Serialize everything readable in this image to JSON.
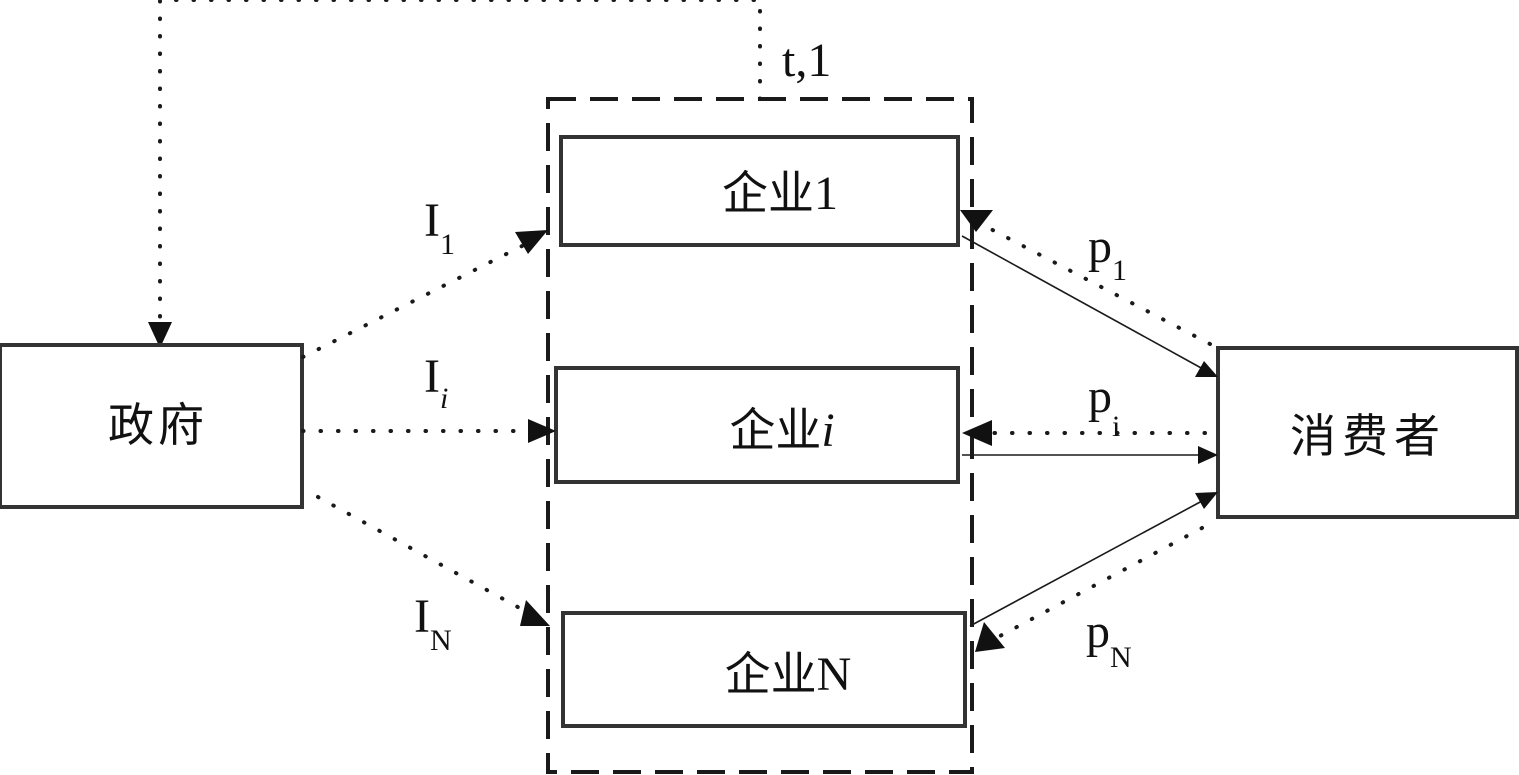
{
  "nodes": {
    "government": {
      "label": "政府"
    },
    "firm_1": {
      "label": "企业",
      "suffix": "1"
    },
    "firm_i": {
      "label": "企业",
      "suffix": "i"
    },
    "firm_n": {
      "label": "企业",
      "suffix": "N"
    },
    "consumer": {
      "label": "消费者"
    }
  },
  "edges": {
    "feedback": {
      "label": "t,1"
    },
    "gov_to_firm_1": {
      "base": "I",
      "sub": "1"
    },
    "gov_to_firm_i": {
      "base": "I",
      "sub": "i"
    },
    "gov_to_firm_n": {
      "base": "I",
      "sub": "N"
    },
    "consumer_to_firm_1": {
      "base": "p",
      "sub": "1"
    },
    "consumer_to_firm_i": {
      "base": "p",
      "sub": "i"
    },
    "consumer_to_firm_n": {
      "base": "p",
      "sub": "N"
    }
  }
}
